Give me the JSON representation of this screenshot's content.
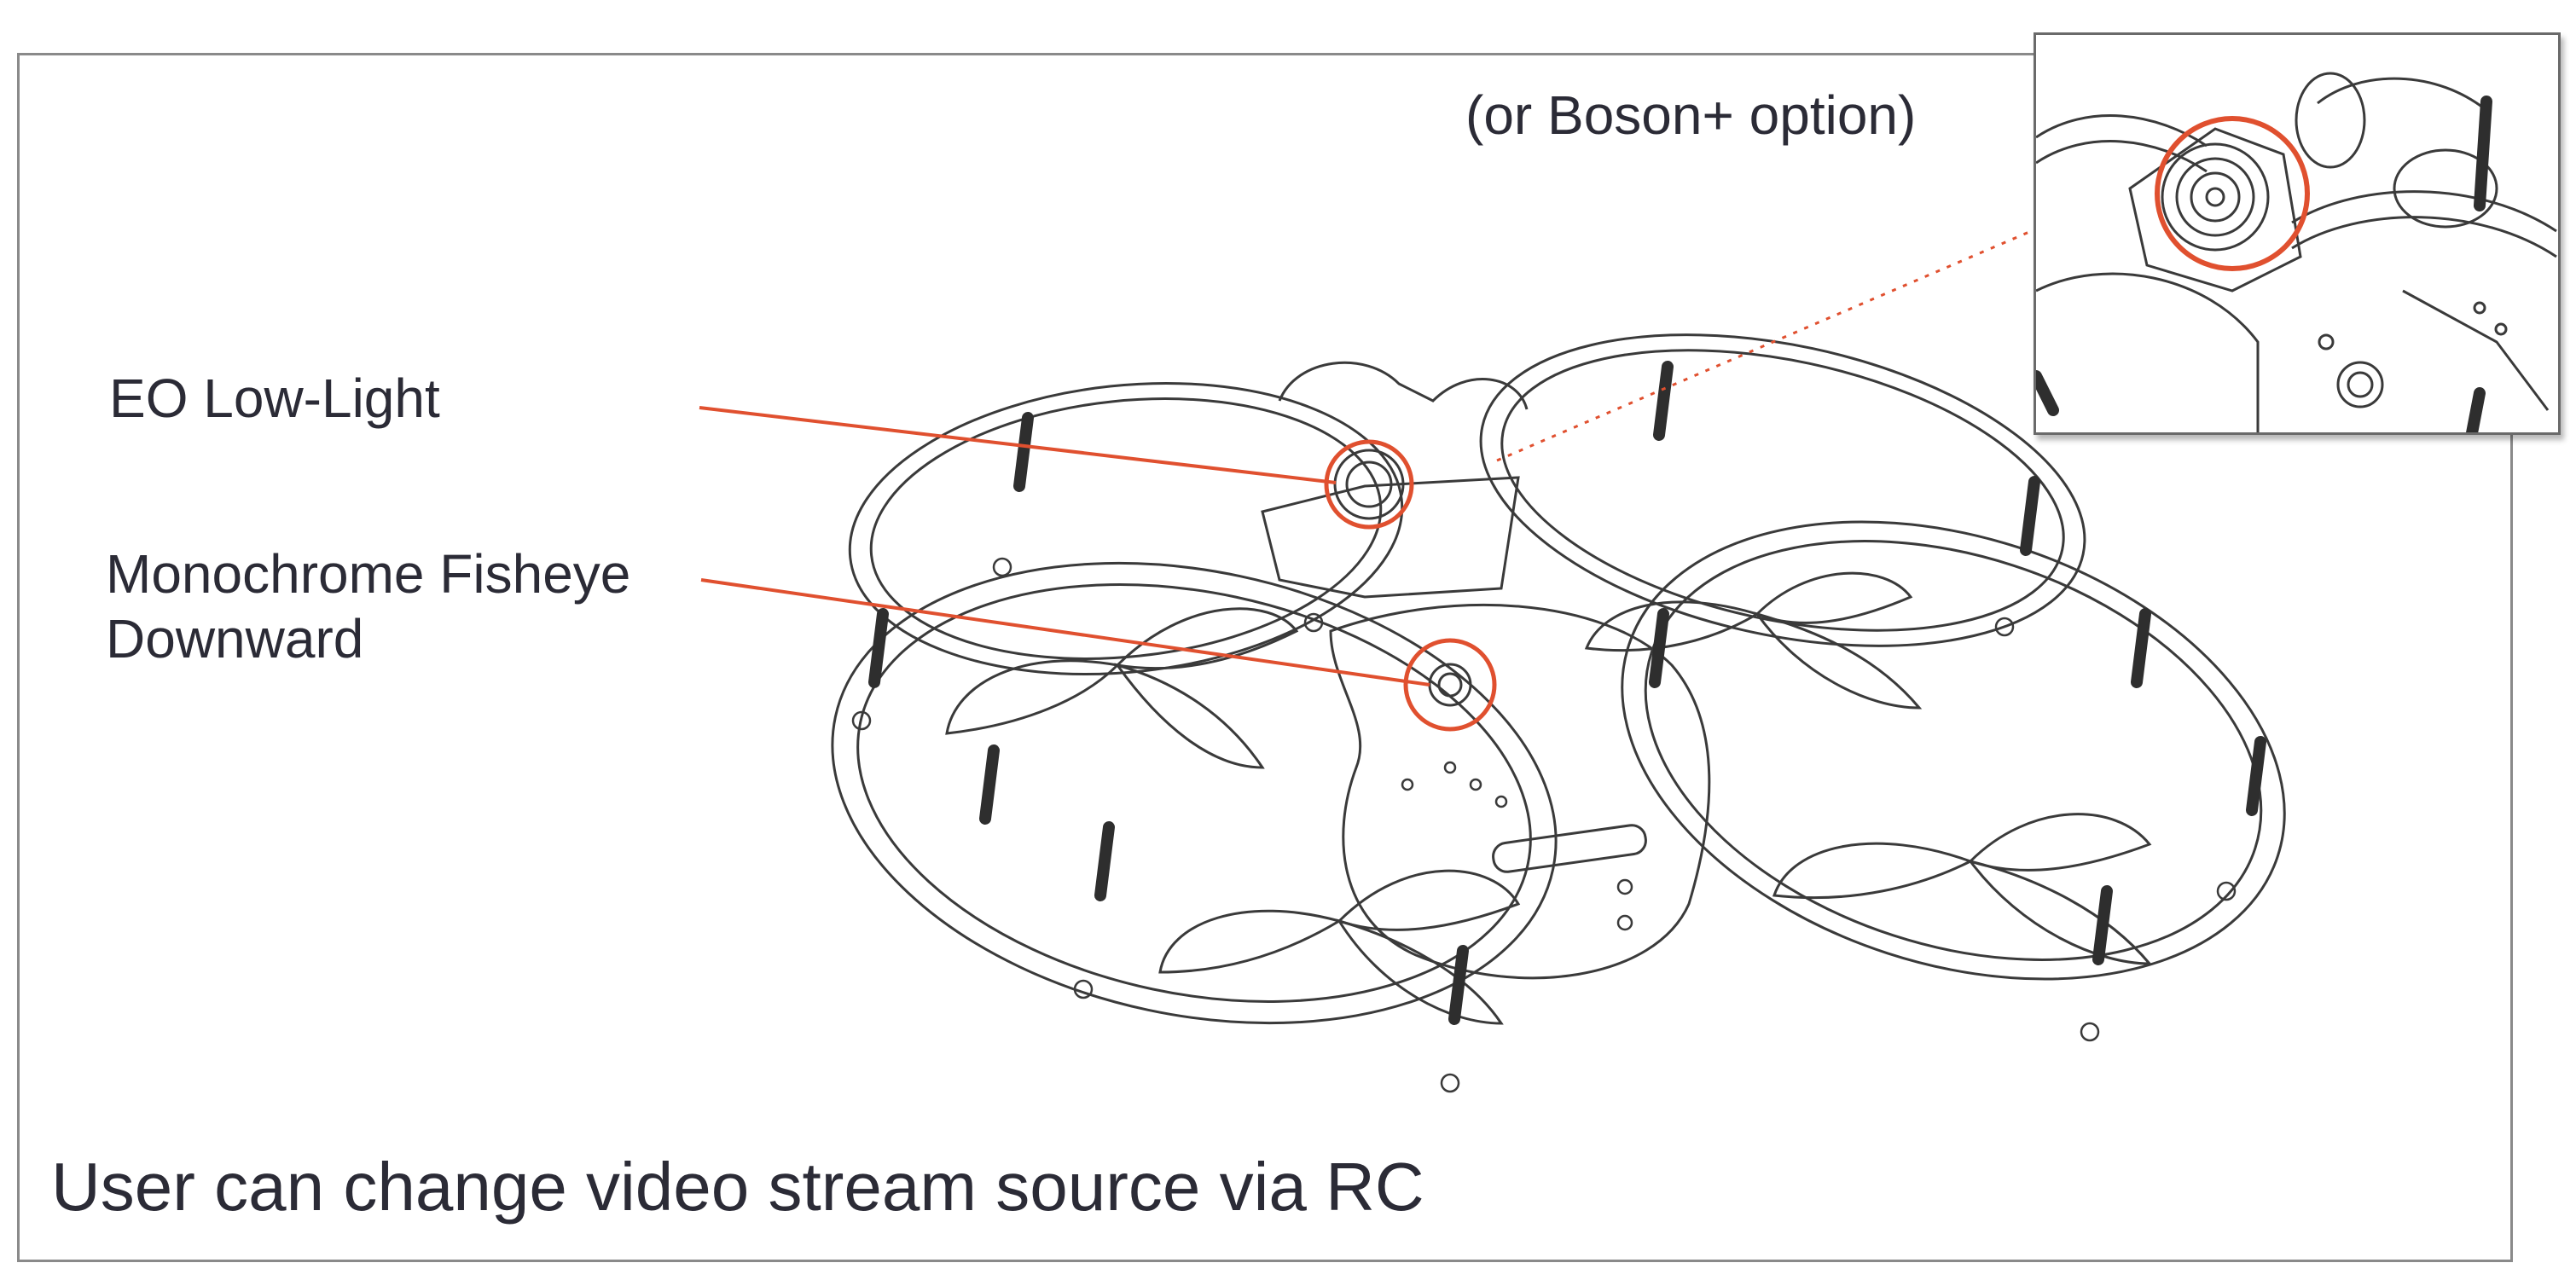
{
  "labels": {
    "eo_low_light": "EO Low-Light",
    "mono_line1": "Monochrome Fisheye",
    "mono_line2": "Downward",
    "boson_option": "(or Boson+ option)"
  },
  "caption": "User can change video stream source via RC",
  "colors": {
    "callout": "#e0502f",
    "linework": "#3a3a3a",
    "frame": "#8a8a8a",
    "text": "#2b2b36"
  },
  "icons": {
    "drone": "quadcopter-line-drawing",
    "inset": "camera-module-closeup"
  }
}
